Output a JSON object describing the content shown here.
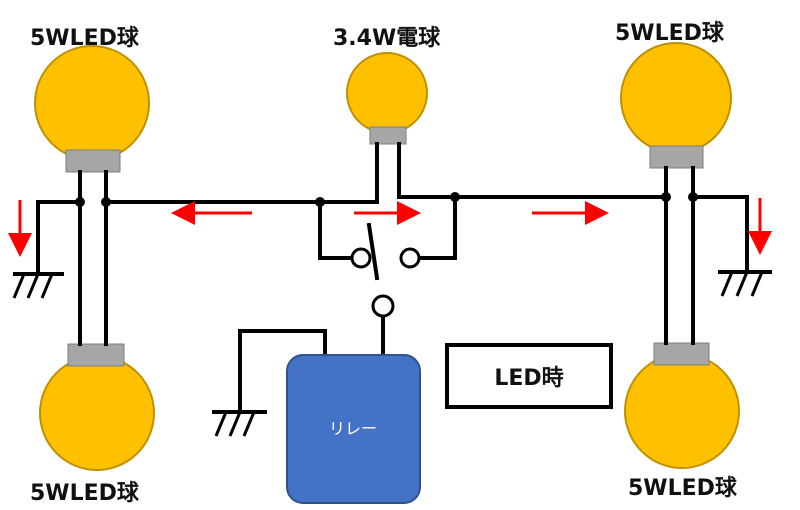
{
  "labels": {
    "bulb_top_left": "5WLED球",
    "bulb_top_center": "3.4W電球",
    "bulb_top_right": "5WLED球",
    "bulb_bottom_left": "5WLED球",
    "bulb_bottom_right": "5WLED球",
    "relay": "リレー",
    "mode": "LED時"
  },
  "colors": {
    "bulb_fill": "#FFC000",
    "bulb_stroke": "#BF9000",
    "socket_fill": "#A6A6A6",
    "relay_fill": "#4472C4",
    "relay_stroke": "#2F528F",
    "arrow": "#FF0000",
    "wire": "#000000"
  },
  "icons": [
    "ground-symbol",
    "switch-contact",
    "current-arrow"
  ]
}
